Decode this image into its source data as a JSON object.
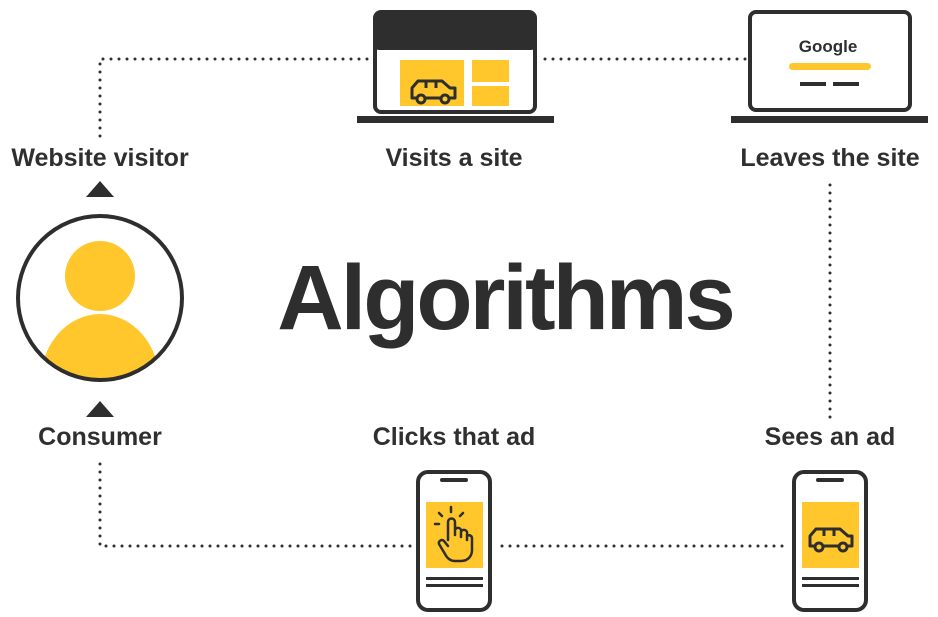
{
  "title": "Algorithms",
  "colors": {
    "accent": "#ffc72c",
    "ink": "#2e2e2e",
    "background": "#ffffff"
  },
  "nodes": [
    {
      "id": "website-visitor",
      "label": "Website visitor",
      "icon": "person-icon"
    },
    {
      "id": "visits-site",
      "label": "Visits a site",
      "icon": "laptop-with-car-ad-icon"
    },
    {
      "id": "leaves-site",
      "label": "Leaves the site",
      "icon": "laptop-with-search-page-icon"
    },
    {
      "id": "sees-ad",
      "label": "Sees an ad",
      "icon": "phone-with-car-ad-icon"
    },
    {
      "id": "clicks-ad",
      "label": "Clicks that ad",
      "icon": "phone-with-tap-hand-icon"
    },
    {
      "id": "consumer",
      "label": "Consumer",
      "icon": "person-icon"
    }
  ],
  "search_screen_text": "Google"
}
